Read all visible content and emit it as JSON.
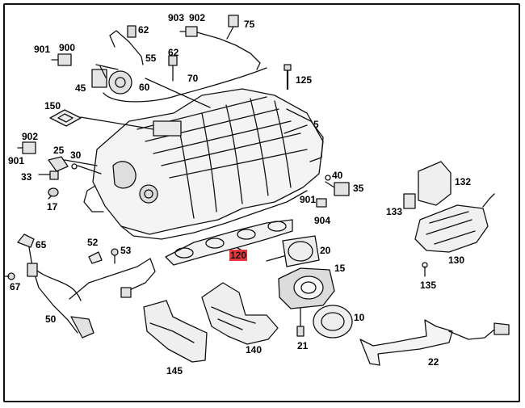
{
  "highlight_color": "#e8383d",
  "callouts": [
    {
      "id": "903",
      "text": "903"
    },
    {
      "id": "902a",
      "text": "902"
    },
    {
      "id": "75",
      "text": "75"
    },
    {
      "id": "62a",
      "text": "62"
    },
    {
      "id": "901a",
      "text": "901"
    },
    {
      "id": "900",
      "text": "900"
    },
    {
      "id": "55",
      "text": "55"
    },
    {
      "id": "62b",
      "text": "62"
    },
    {
      "id": "45",
      "text": "45"
    },
    {
      "id": "60",
      "text": "60"
    },
    {
      "id": "70",
      "text": "70"
    },
    {
      "id": "125",
      "text": "125"
    },
    {
      "id": "150",
      "text": "150"
    },
    {
      "id": "5",
      "text": "5"
    },
    {
      "id": "902b",
      "text": "902"
    },
    {
      "id": "25",
      "text": "25"
    },
    {
      "id": "30",
      "text": "30"
    },
    {
      "id": "901b",
      "text": "901"
    },
    {
      "id": "33",
      "text": "33"
    },
    {
      "id": "17",
      "text": "17"
    },
    {
      "id": "40",
      "text": "40"
    },
    {
      "id": "35",
      "text": "35"
    },
    {
      "id": "132",
      "text": "132"
    },
    {
      "id": "901c",
      "text": "901"
    },
    {
      "id": "904",
      "text": "904"
    },
    {
      "id": "133",
      "text": "133"
    },
    {
      "id": "65",
      "text": "65"
    },
    {
      "id": "52",
      "text": "52"
    },
    {
      "id": "53",
      "text": "53"
    },
    {
      "id": "20",
      "text": "20"
    },
    {
      "id": "120",
      "text": "120",
      "highlighted": true
    },
    {
      "id": "130",
      "text": "130"
    },
    {
      "id": "67",
      "text": "67"
    },
    {
      "id": "15",
      "text": "15"
    },
    {
      "id": "135",
      "text": "135"
    },
    {
      "id": "50",
      "text": "50"
    },
    {
      "id": "10",
      "text": "10"
    },
    {
      "id": "140",
      "text": "140"
    },
    {
      "id": "21",
      "text": "21"
    },
    {
      "id": "22",
      "text": "22"
    },
    {
      "id": "145",
      "text": "145"
    }
  ]
}
